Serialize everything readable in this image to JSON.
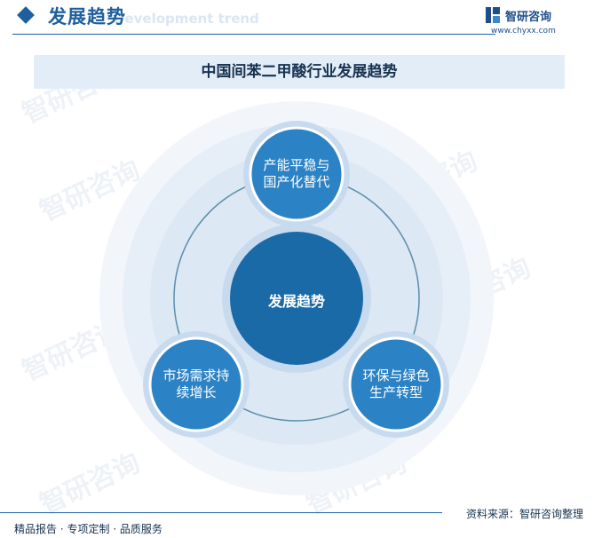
{
  "header": {
    "section_title": "发展趋势",
    "section_subtitle": "Development trend",
    "brand_name": "智研咨询",
    "brand_url": "www.chyxx.com"
  },
  "title": "中国间苯二甲酸行业发展趋势",
  "diagram": {
    "center": "发展趋势",
    "nodes": [
      {
        "line1": "产能平稳与",
        "line2": "国产化替代"
      },
      {
        "line1": "市场需求持",
        "line2": "续增长"
      },
      {
        "line1": "环保与绿色",
        "line2": "生产转型"
      }
    ]
  },
  "watermark": "智研咨询",
  "footer": {
    "source": "资料来源：智研咨询整理",
    "tagline": "精品报告 · 专项定制 · 品质服务"
  },
  "colors": {
    "primary": "#1f5f9e",
    "center": "#1a6aa8",
    "node": "#2b82c4",
    "ring": "#e8eff8"
  }
}
